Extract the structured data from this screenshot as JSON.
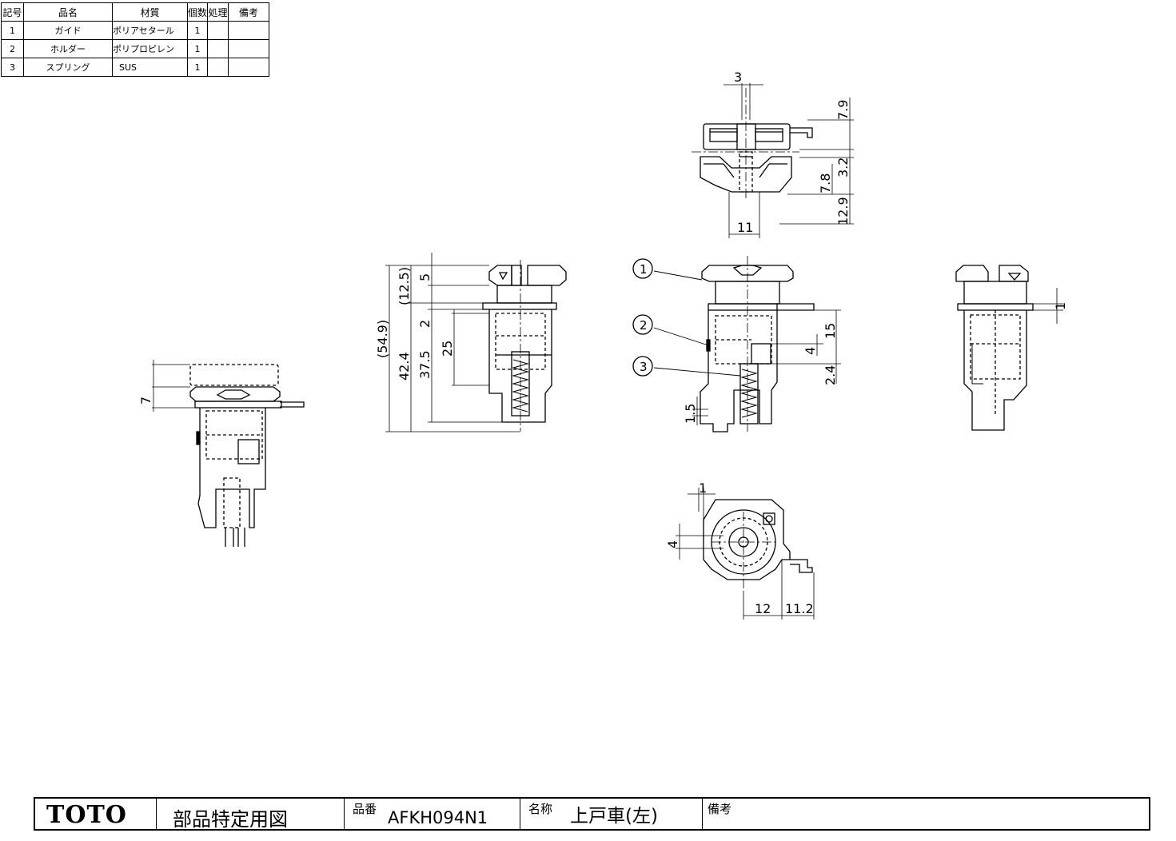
{
  "parts_table": {
    "headers": [
      "記号",
      "品名",
      "材質",
      "個数",
      "処理",
      "備考"
    ],
    "rows": [
      {
        "no": "1",
        "name": "ガイド",
        "material": "ポリアセタール",
        "qty": "1",
        "treatment": "",
        "remarks": ""
      },
      {
        "no": "2",
        "name": "ホルダー",
        "material": "ポリプロピレン",
        "qty": "1",
        "treatment": "",
        "remarks": ""
      },
      {
        "no": "3",
        "name": "スプリング",
        "material": "SUS",
        "qty": "1",
        "treatment": "",
        "remarks": ""
      }
    ]
  },
  "title_block": {
    "logo": "TOTO",
    "doc_type": "部品特定用図",
    "part_no_label": "品番",
    "part_no": "AFKH094N1",
    "name_label": "名称",
    "name": "上戸車(左)",
    "remarks_label": "備考"
  },
  "dimensions": {
    "top_view": [
      "3",
      "7.9",
      "3.2",
      "7.8",
      "12.9",
      "11"
    ],
    "side_view": [
      "5",
      "(12.5)",
      "2",
      "(54.9)",
      "42.4",
      "37.5",
      "25"
    ],
    "front_view": [
      "15",
      "4",
      "2.4",
      "1.5"
    ],
    "right_view": [
      "1"
    ],
    "left_view": [
      "7"
    ],
    "bottom_view": [
      "1",
      "4",
      "12",
      "11.2"
    ]
  },
  "balloons": [
    "1",
    "2",
    "3"
  ]
}
